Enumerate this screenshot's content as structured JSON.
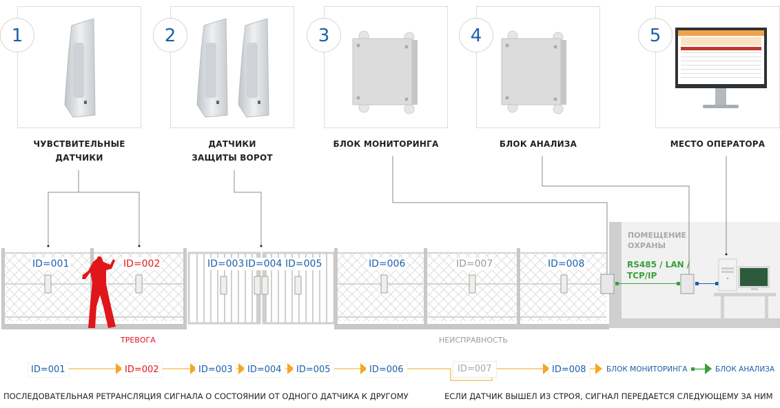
{
  "products": [
    {
      "number": "1",
      "title_line1": "ЧУВСТВИТЕЛЬНЫЕ",
      "title_line2": "ДАТЧИКИ",
      "image": "sensor-device"
    },
    {
      "number": "2",
      "title_line1": "ДАТЧИКИ",
      "title_line2": "ЗАЩИТЫ ВОРОТ",
      "image": "gate-sensor-pair"
    },
    {
      "number": "3",
      "title_line1": "БЛОК МОНИТОРИНГА",
      "title_line2": "",
      "image": "monitoring-box"
    },
    {
      "number": "4",
      "title_line1": "БЛОК АНАЛИЗА",
      "title_line2": "",
      "image": "analysis-box"
    },
    {
      "number": "5",
      "title_line1": "МЕСТО ОПЕРАТОРА",
      "title_line2": "",
      "image": "operator-monitor"
    }
  ],
  "fence": {
    "sensors": [
      {
        "id": "ID=001",
        "state": "normal"
      },
      {
        "id": "ID=002",
        "state": "alarm"
      },
      {
        "id": "ID=003",
        "state": "normal"
      },
      {
        "id": "ID=004",
        "state": "normal"
      },
      {
        "id": "ID=005",
        "state": "normal"
      },
      {
        "id": "ID=006",
        "state": "normal"
      },
      {
        "id": "ID=007",
        "state": "fault"
      },
      {
        "id": "ID=008",
        "state": "normal"
      }
    ],
    "alarm_label": "ТРЕВОГА",
    "fault_label": "НЕИСПРАВНОСТЬ",
    "guard_room_line1": "ПОМЕЩЕНИЕ",
    "guard_room_line2": "ОХРАНЫ",
    "network_line1": "RS485 / LAN /",
    "network_line2": "TCP/IP"
  },
  "flow": {
    "nodes": [
      "ID=001",
      "ID=002",
      "ID=003",
      "ID=004",
      "ID=005",
      "ID=006",
      "ID=007",
      "ID=008"
    ],
    "monitoring_block": "БЛОК МОНИТОРИНГА",
    "analysis_block": "БЛОК АНАЛИЗА",
    "caption_left": "ПОСЛЕДОВАТЕЛЬНАЯ РЕТРАНСЛЯЦИЯ СИГНАЛА О СОСТОЯНИИ ОТ ОДНОГО ДАТЧИКА К ДРУГОМУ",
    "caption_right": "ЕСЛИ ДАТЧИК ВЫШЕЛ ИЗ СТРОЯ, СИГНАЛ ПЕРЕДАЕТСЯ СЛЕДУЮЩЕМУ ЗА НИМ"
  },
  "colors": {
    "accent_blue": "#1b5fa8",
    "alarm_red": "#e0161b",
    "fault_gray": "#9a9a9a",
    "flow_orange": "#f5a623",
    "network_green": "#3aa03a"
  }
}
